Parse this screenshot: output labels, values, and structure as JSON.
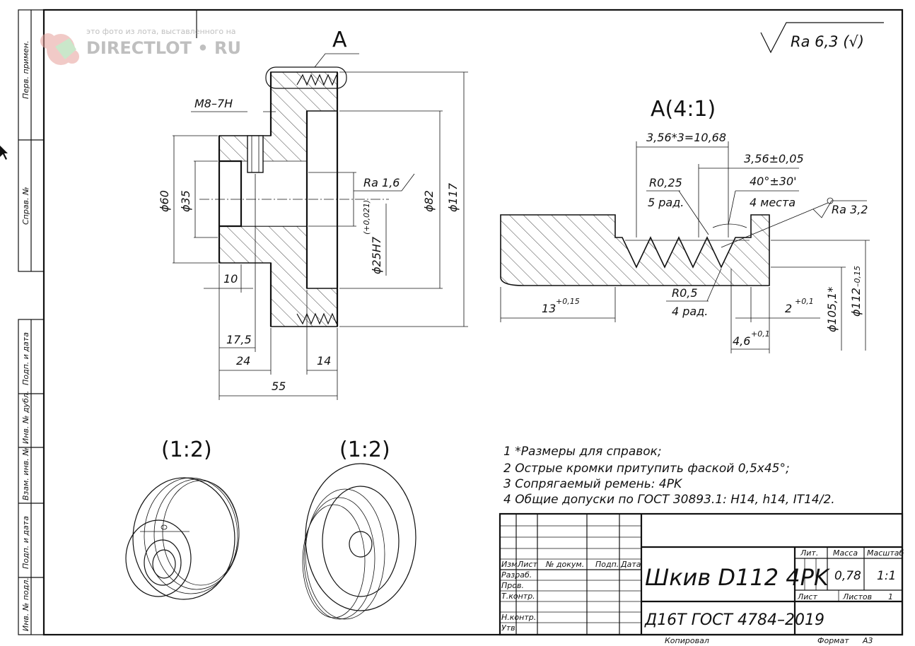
{
  "watermark": {
    "caption": "это фото из лота, выставленного на",
    "brand": "DIRECTLOT • RU"
  },
  "roughness_general": "Ra 6,3 (√)",
  "main_view": {
    "section_label": "A",
    "thread": "M8–7H",
    "dims": {
      "d60": "ϕ60",
      "d35": "ϕ35",
      "d82": "ϕ82",
      "d117": "ϕ117",
      "bore": "ϕ25H7",
      "bore_tol": "(+0,021)",
      "roughness": "Ra 1,6",
      "l10": "10",
      "l17": "17,5",
      "l24": "24",
      "l14": "14",
      "l55": "55"
    }
  },
  "detail_view": {
    "title": "A(4:1)",
    "dims": {
      "pitch_total": "3,56*3=10,68",
      "pitch": "3,56±0,05",
      "r025": "R0,25",
      "r025_count": "5 рад.",
      "angle": "40°±30'",
      "angle_count": "4 места",
      "roughness": "Ra 3,2",
      "r05": "R0,5",
      "r05_count": "4 рад.",
      "l13": "13",
      "l13_tol": "+0,15",
      "l2": "2",
      "l2_tol": "+0,1",
      "l46": "4,6",
      "l46_tol": "+0,1",
      "d1051": "ϕ105,1*",
      "d112": "ϕ112",
      "d112_tol": "–0,15"
    }
  },
  "iso_views": {
    "scale_left": "(1:2)",
    "scale_right": "(1:2)"
  },
  "notes": [
    "1 *Размеры для справок;",
    "2 Острые кромки притупить фаской 0,5х45°;",
    "3 Сопрягаемый ремень: 4PK",
    "4 Общие допуски по ГОСТ 30893.1: H14, h14,  IT14/2."
  ],
  "title_block": {
    "part_name": "Шкив D112 4PK",
    "material": "Д16Т ГОСТ 4784–2019",
    "col_headers": [
      "Изм.",
      "Лист",
      "№ докум.",
      "Подп.",
      "Дата"
    ],
    "row_labels": [
      "Разраб.",
      "Пров.",
      "Т.контр.",
      "Н.контр.",
      "Утв."
    ],
    "lit": "Лит.",
    "mass_label": "Масса",
    "scale_label": "Масштаб",
    "mass_value": "0,78",
    "scale_value": "1:1",
    "sheet_label": "Лист",
    "sheets_label": "Листов",
    "sheets_value": "1",
    "copied": "Копировал",
    "format_label": "Формат",
    "format_value": "A3"
  },
  "side_stamps": [
    "Перв. примен.",
    "Справ. №",
    "Подп. и дата",
    "Инв. № дубл.",
    "Взам. инв. №",
    "Подп. и дата",
    "Инв. № подл."
  ]
}
